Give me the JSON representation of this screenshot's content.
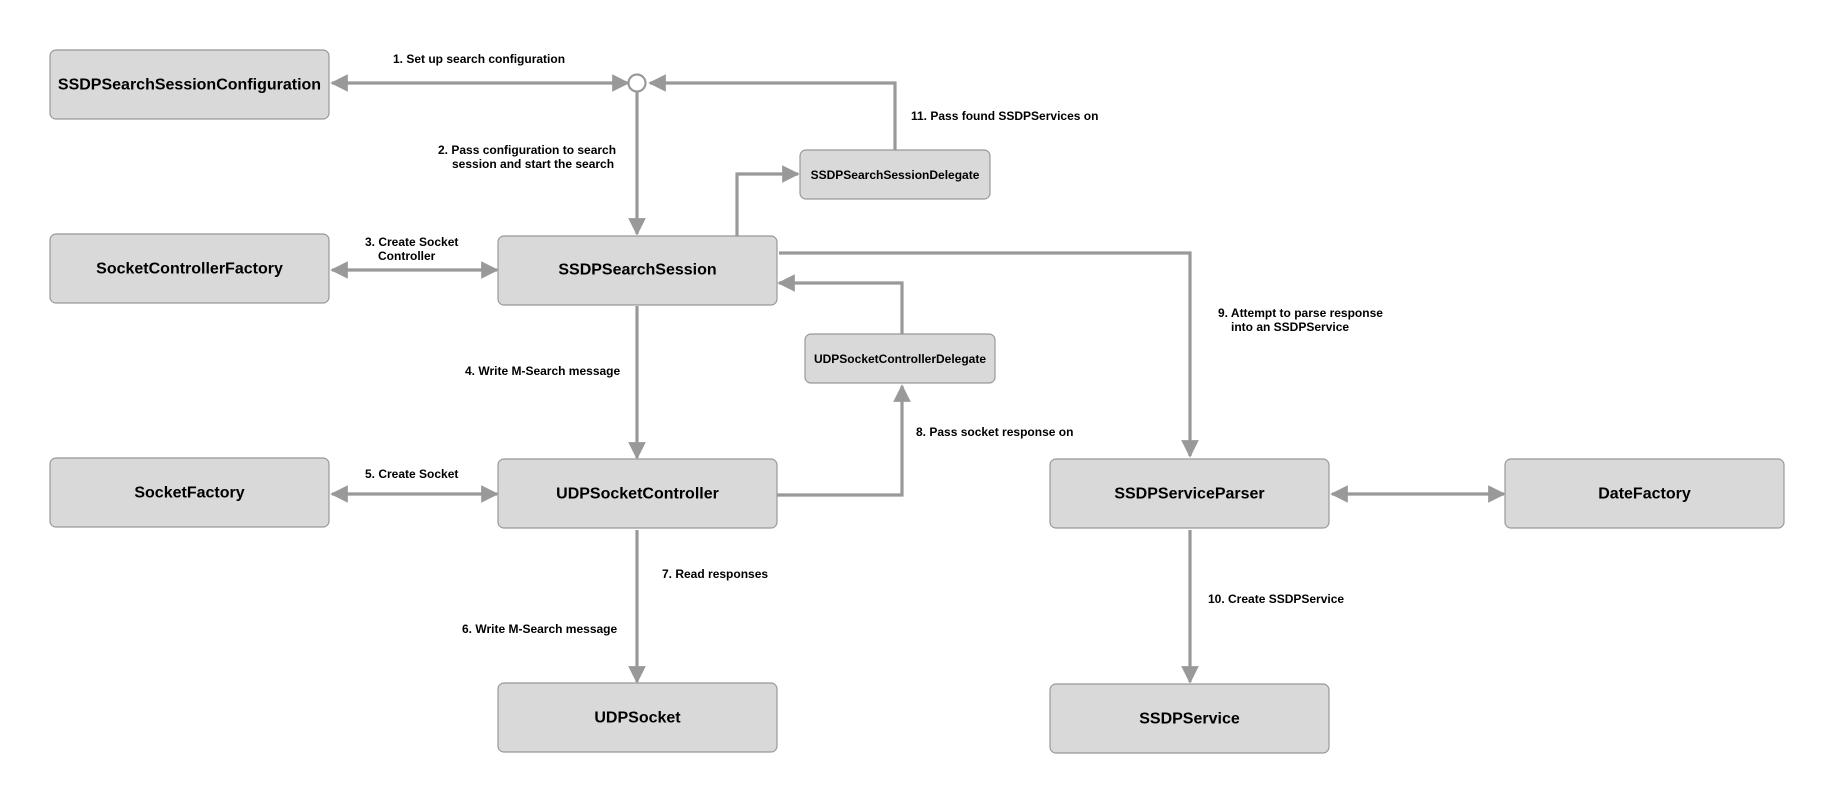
{
  "nodes": {
    "config": "SSDPSearchSessionConfiguration",
    "scf": "SocketControllerFactory",
    "session": "SSDPSearchSession",
    "session_delegate": "SSDPSearchSessionDelegate",
    "udp_delegate": "UDPSocketControllerDelegate",
    "socket_factory": "SocketFactory",
    "udp_controller": "UDPSocketController",
    "udp_socket": "UDPSocket",
    "parser": "SSDPServiceParser",
    "date_factory": "DateFactory",
    "service": "SSDPService"
  },
  "edges": {
    "e1": "1. Set up search configuration",
    "e2_line1": "2. Pass configuration to search",
    "e2_line2": "session and start the search",
    "e3_line1": "3. Create Socket",
    "e3_line2": "Controller",
    "e4": "4. Write M-Search message",
    "e5": "5. Create Socket",
    "e6": "6. Write M-Search message",
    "e7": "7. Read responses",
    "e8": "8. Pass socket response on",
    "e9_line1": "9. Attempt to parse response",
    "e9_line2": "into an SSDPService",
    "e10": "10. Create SSDPService",
    "e11": "11. Pass found SSDPServices on"
  },
  "colors": {
    "node_fill": "#d9d9d9",
    "node_stroke": "#999999",
    "edge": "#999999"
  }
}
